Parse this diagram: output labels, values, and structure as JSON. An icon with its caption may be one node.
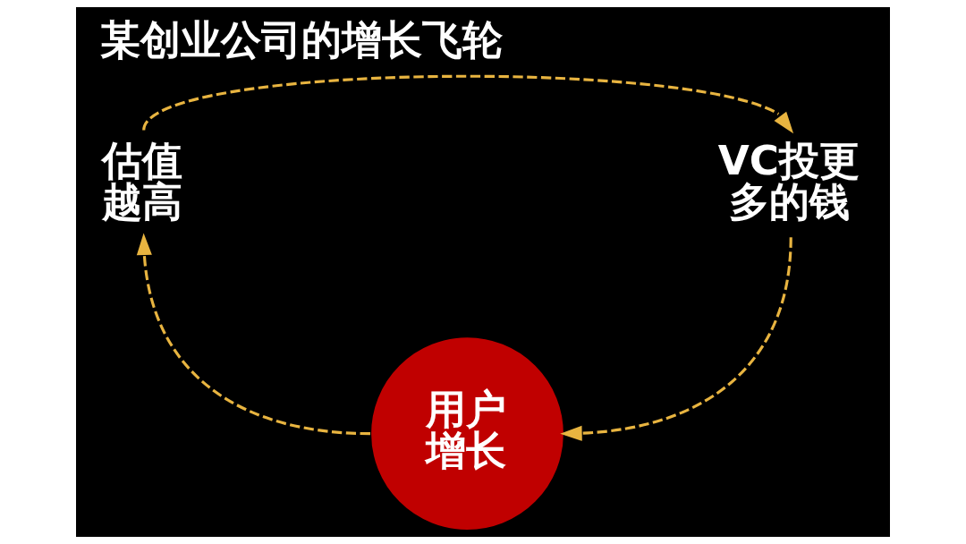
{
  "diagram": {
    "title": "某创业公司的增长飞轮",
    "nodes": [
      {
        "text": [
          "估值越高"
        ]
      },
      {
        "text": [
          "VC投更多的钱"
        ]
      },
      {
        "text": [
          "用户增长"
        ]
      }
    ],
    "edges": [
      {
        "from": 0,
        "to": 1,
        "arrow": "to",
        "style": "dashed"
      },
      {
        "from": 1,
        "to": 2,
        "arrow": "to",
        "style": "dashed"
      },
      {
        "from": 2,
        "to": 0,
        "arrow": "to",
        "style": "dashed"
      }
    ]
  }
}
